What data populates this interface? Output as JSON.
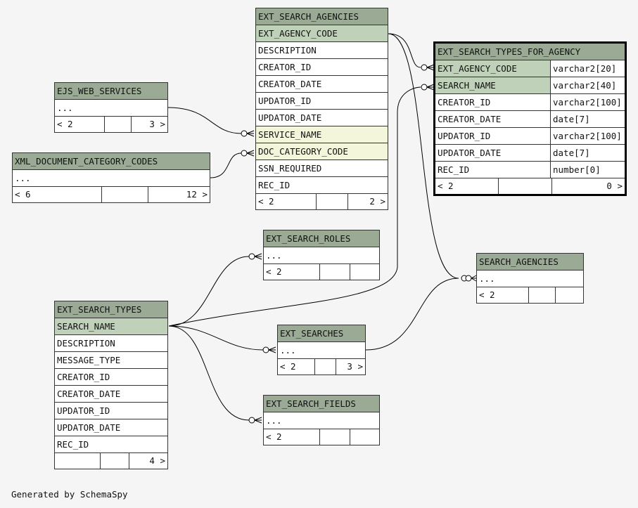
{
  "tables": {
    "ext_search_agencies": {
      "name": "EXT_SEARCH_AGENCIES",
      "columns": [
        "EXT_AGENCY_CODE",
        "DESCRIPTION",
        "CREATOR_ID",
        "CREATOR_DATE",
        "UPDATOR_ID",
        "UPDATOR_DATE",
        "SERVICE_NAME",
        "DOC_CATEGORY_CODE",
        "SSN_REQUIRED",
        "REC_ID"
      ],
      "footer": {
        "parents": "< 2",
        "children": "2 >"
      }
    },
    "ext_search_types_for_agency": {
      "name": "EXT_SEARCH_TYPES_FOR_AGENCY",
      "columns": [
        {
          "name": "EXT_AGENCY_CODE",
          "type": "varchar2[20]"
        },
        {
          "name": "SEARCH_NAME",
          "type": "varchar2[40]"
        },
        {
          "name": "CREATOR_ID",
          "type": "varchar2[100]"
        },
        {
          "name": "CREATOR_DATE",
          "type": "date[7]"
        },
        {
          "name": "UPDATOR_ID",
          "type": "varchar2[100]"
        },
        {
          "name": "UPDATOR_DATE",
          "type": "date[7]"
        },
        {
          "name": "REC_ID",
          "type": "number[0]"
        }
      ],
      "footer": {
        "parents": "< 2",
        "children": "0 >"
      }
    },
    "ejs_web_services": {
      "name": "EJS_WEB_SERVICES",
      "dots": "...",
      "footer": {
        "parents": "< 2",
        "children": "3 >"
      }
    },
    "xml_document_category_codes": {
      "name": "XML_DOCUMENT_CATEGORY_CODES",
      "dots": "...",
      "footer": {
        "parents": "< 6",
        "children": "12 >"
      }
    },
    "ext_search_roles": {
      "name": "EXT_SEARCH_ROLES",
      "dots": "...",
      "footer": {
        "parents": "< 2",
        "children": ""
      }
    },
    "search_agencies": {
      "name": "SEARCH_AGENCIES",
      "dots": "...",
      "footer": {
        "parents": "< 2",
        "children": ""
      }
    },
    "ext_searches": {
      "name": "EXT_SEARCHES",
      "dots": "...",
      "footer": {
        "parents": "< 2",
        "children": "3 >"
      }
    },
    "ext_search_fields": {
      "name": "EXT_SEARCH_FIELDS",
      "dots": "...",
      "footer": {
        "parents": "< 2",
        "children": ""
      }
    },
    "ext_search_types": {
      "name": "EXT_SEARCH_TYPES",
      "columns": [
        "SEARCH_NAME",
        "DESCRIPTION",
        "MESSAGE_TYPE",
        "CREATOR_ID",
        "CREATOR_DATE",
        "UPDATOR_ID",
        "UPDATOR_DATE",
        "REC_ID"
      ],
      "footer": {
        "parents": "",
        "children": "4 >"
      }
    }
  },
  "footer_text": "Generated by SchemaSpy"
}
